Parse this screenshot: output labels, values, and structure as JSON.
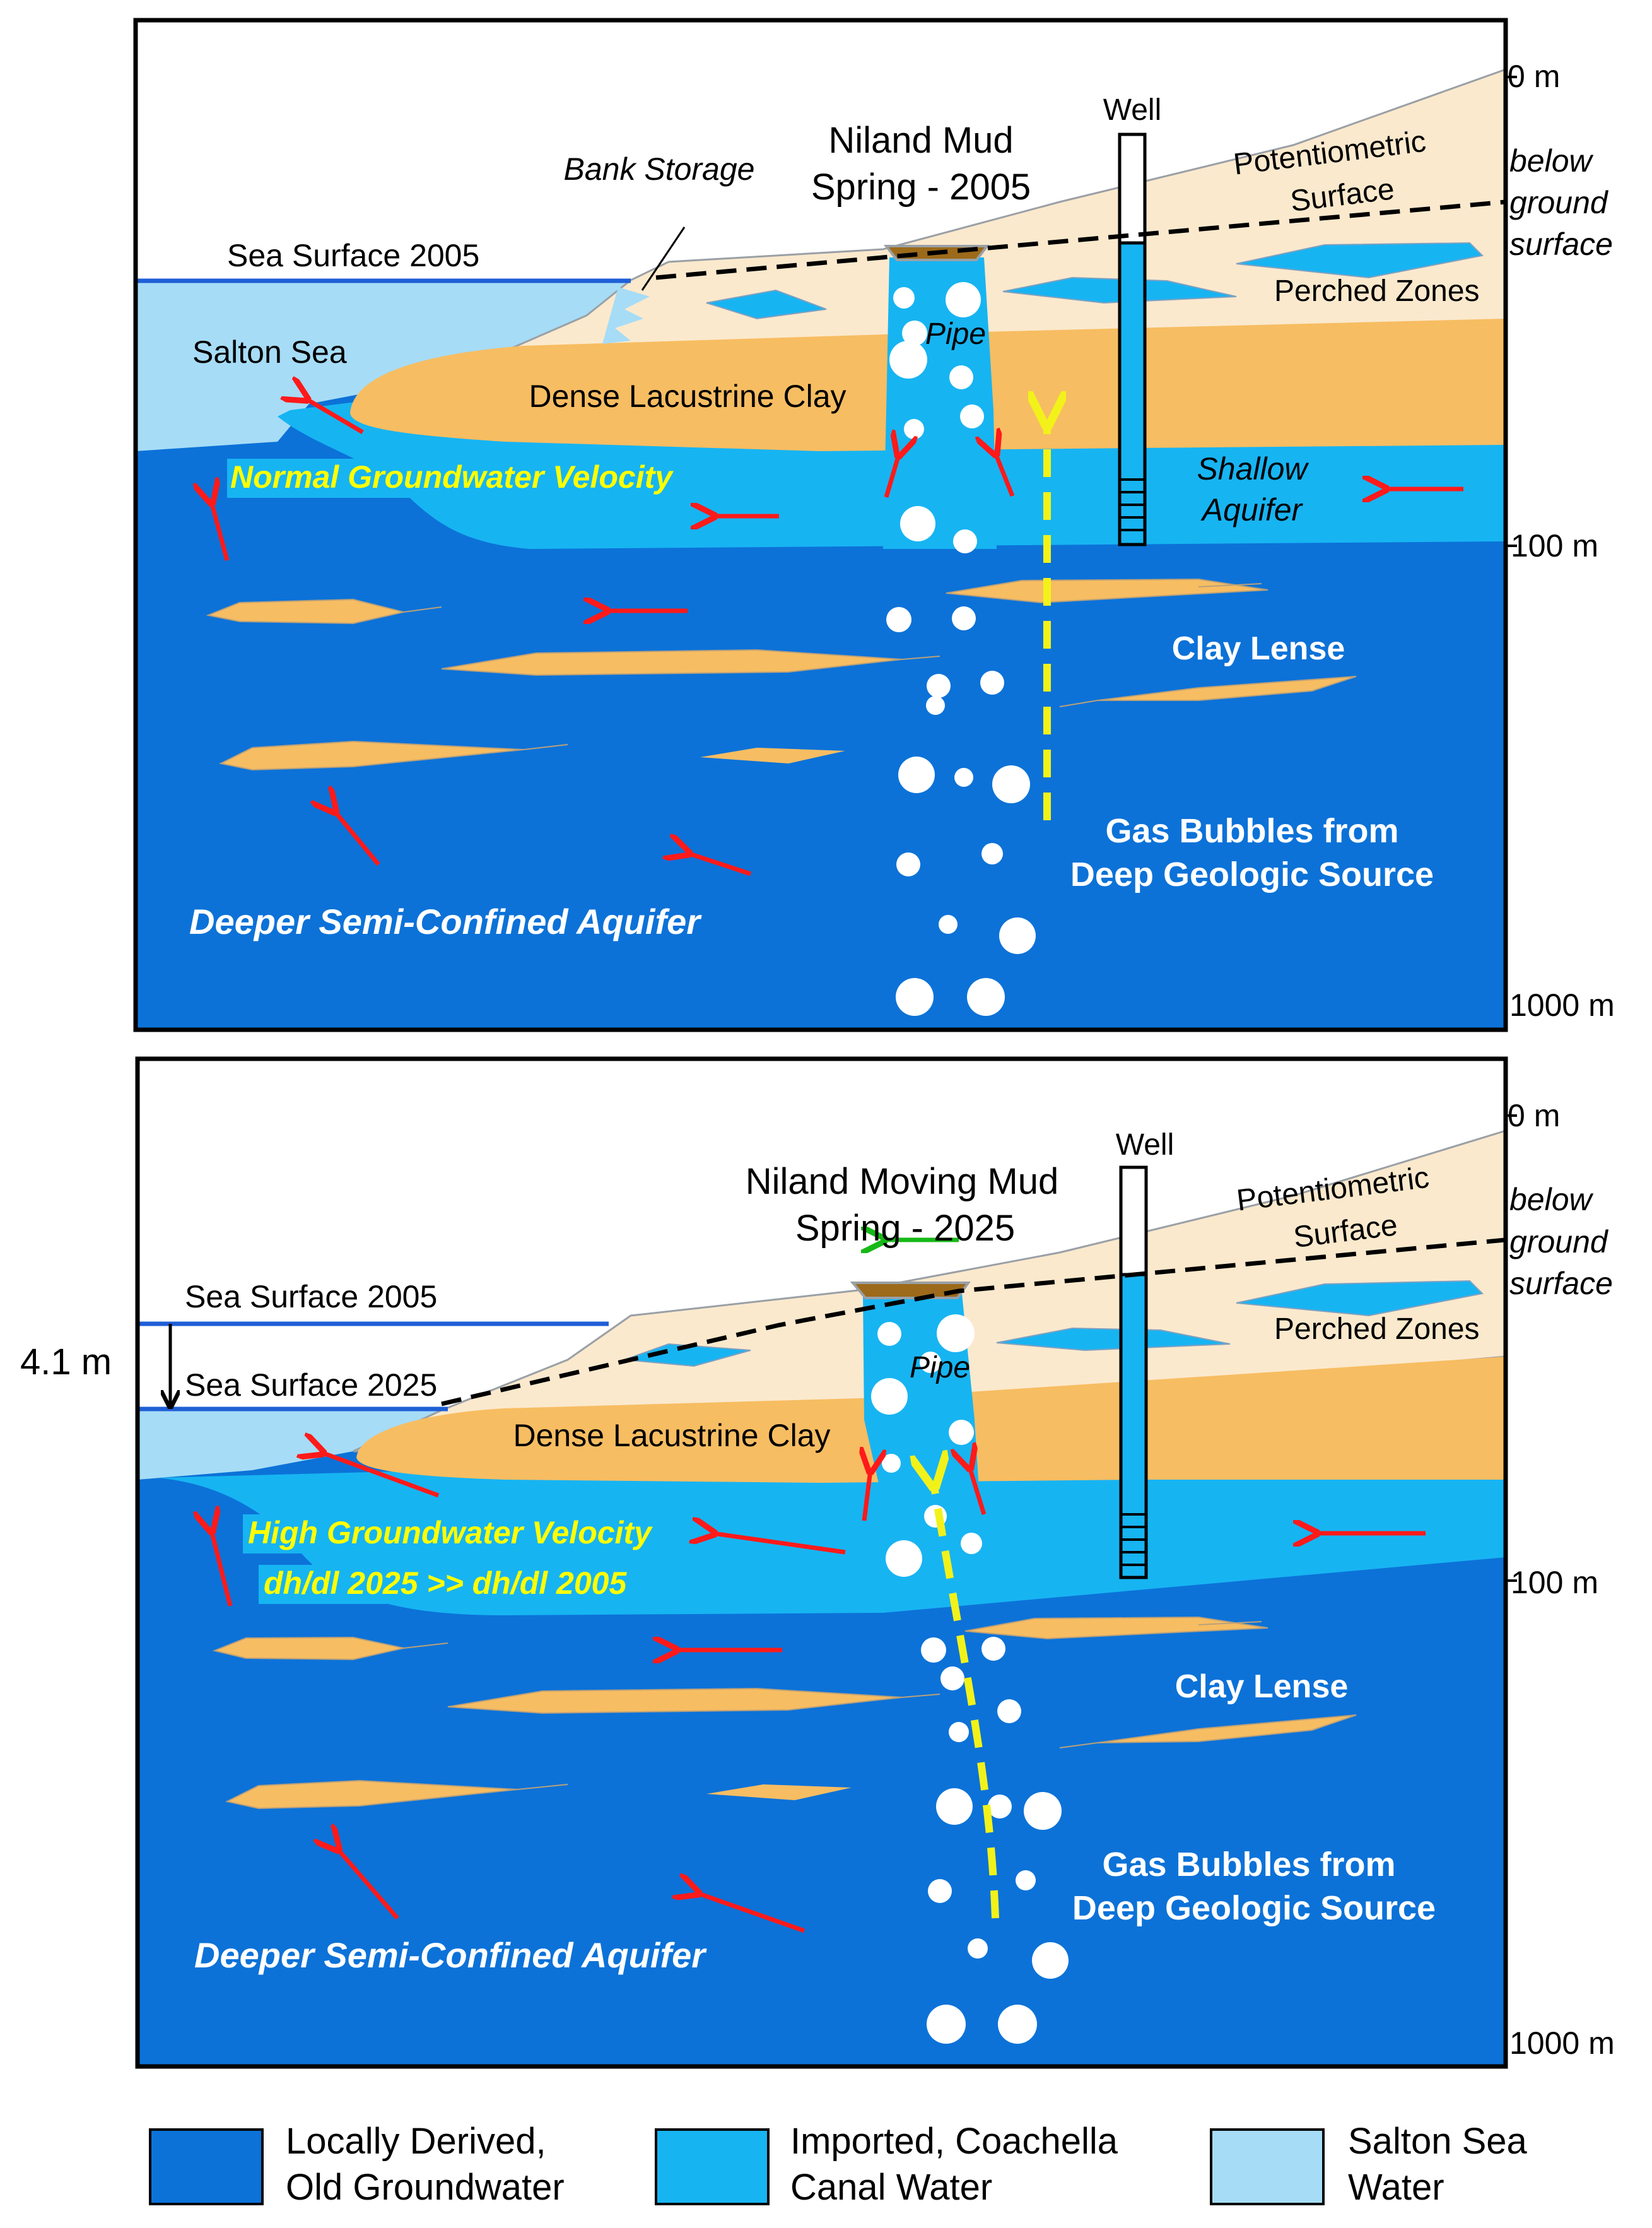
{
  "colors": {
    "deep_aquifer": "#0c72d8",
    "canal_water": "#17b4f2",
    "sea_water": "#a6dcf6",
    "clay": "#f7bd62",
    "sand": "#fbe9cd",
    "mud": "#9c6a1a",
    "arrow_red": "#ff1a1a",
    "arrow_yellow": "#f2f21a",
    "arrow_green": "#17b817",
    "sea_line": "#1f5fd6"
  },
  "depth_scale": {
    "top": "0 m",
    "middle": "100 m",
    "bottom": "1000 m",
    "note": [
      "below",
      "ground",
      "surface"
    ]
  },
  "panel_2005": {
    "spring": [
      "Niland Mud",
      "Spring - 2005"
    ],
    "well": "Well",
    "bank_storage": "Bank Storage",
    "sea_surface": "Sea Surface 2005",
    "salton_sea": "Salton Sea",
    "potentiometric": [
      "Potentiometric",
      "Surface"
    ],
    "perched": "Perched Zones",
    "pipe": "Pipe",
    "clay": "Dense Lacustrine Clay",
    "velocity": "Normal Groundwater Velocity",
    "shallow": [
      "Shallow",
      "Aquifer"
    ],
    "clay_lense": "Clay Lense",
    "gas": [
      "Gas Bubbles from",
      "Deep Geologic Source"
    ],
    "deeper": "Deeper Semi-Confined Aquifer"
  },
  "panel_2025": {
    "spring": [
      "Niland Moving Mud",
      "Spring - 2025"
    ],
    "well": "Well",
    "sea_surface_2005": "Sea Surface 2005",
    "sea_surface_2025": "Sea Surface 2025",
    "drop": "4.1 m",
    "potentiometric": [
      "Potentiometric",
      "Surface"
    ],
    "perched": "Perched Zones",
    "pipe": "Pipe",
    "clay": "Dense Lacustrine Clay",
    "velocity": "High Groundwater Velocity",
    "gradient": "dh/dl 2025 >> dh/dl 2005",
    "clay_lense": "Clay Lense",
    "gas": [
      "Gas Bubbles from",
      "Deep Geologic Source"
    ],
    "deeper": "Deeper Semi-Confined Aquifer"
  },
  "legend": [
    {
      "label": [
        "Locally Derived,",
        "Old Groundwater"
      ],
      "color": "#0c72d8"
    },
    {
      "label": [
        "Imported, Coachella",
        "Canal Water"
      ],
      "color": "#17b4f2"
    },
    {
      "label": [
        "Salton Sea",
        "Water"
      ],
      "color": "#a6dcf6"
    }
  ]
}
